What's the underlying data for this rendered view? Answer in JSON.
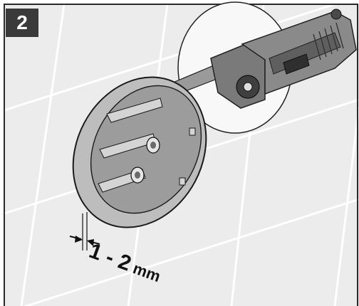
{
  "step": {
    "number": "2"
  },
  "dimension": {
    "value": "1 - 2",
    "unit": "mm"
  },
  "colors": {
    "tile_background": "#ececec",
    "grout_lines": "#ffffff",
    "frame_border": "#2a2a2a",
    "tool_body": "#7a7a7a",
    "tool_dark": "#3f3f3f",
    "step_badge": "#3a3a3a"
  },
  "icons": {
    "tool": "oscillating-multitool-icon",
    "cover": "circular-cover-icon",
    "dimension": "dimension-arrows-icon"
  }
}
